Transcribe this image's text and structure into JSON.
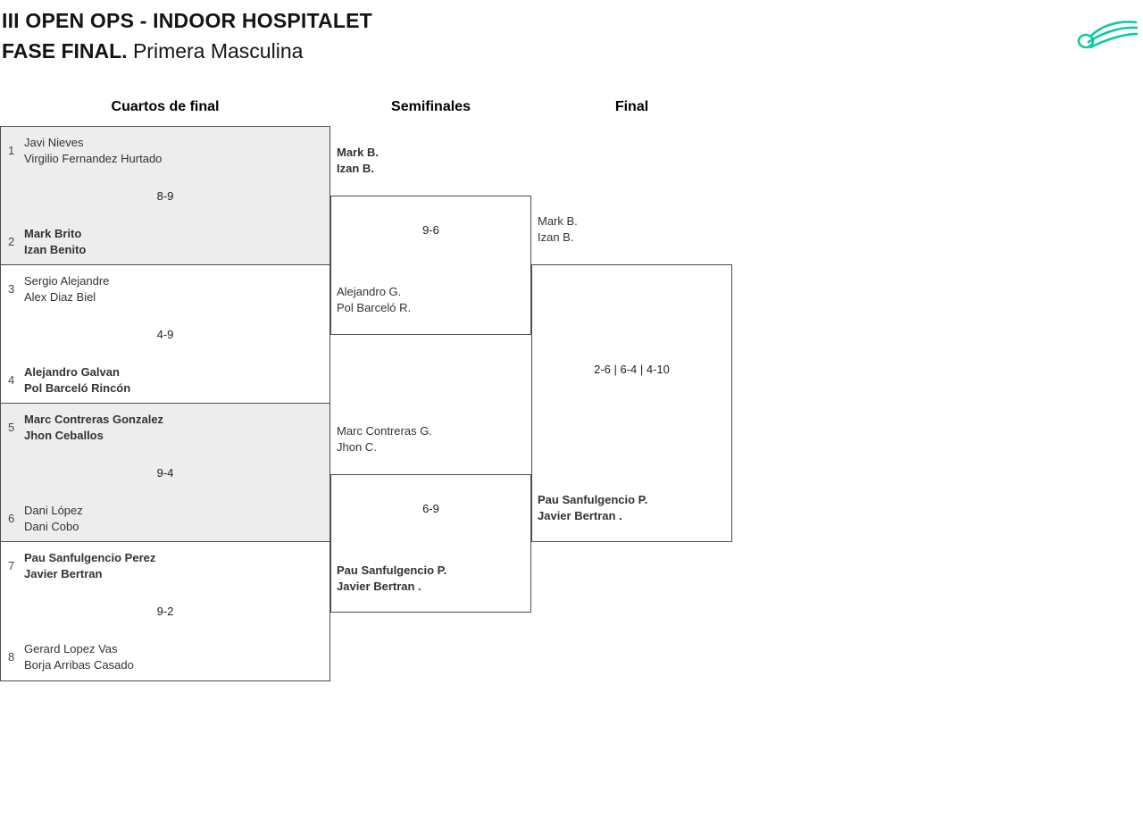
{
  "header": {
    "title_line1": "III OPEN OPS - INDOOR HOSPITALET",
    "title_line2_strong": "FASE FINAL.",
    "title_line2_normal": " Primera Masculina",
    "logo_color": "#0bc9a2"
  },
  "round_headers": {
    "quarterfinals": "Cuartos de final",
    "semifinals": "Semifinales",
    "final": "Final"
  },
  "quarterfinals": [
    {
      "seed_top": "1",
      "top_player1": "Javi Nieves",
      "top_player2": "Virgilio Fernandez Hurtado",
      "score": "8-9",
      "seed_bottom": "2",
      "bottom_player1": "Mark Brito",
      "bottom_player2": "Izan Benito",
      "winner": "bottom"
    },
    {
      "seed_top": "3",
      "top_player1": "Sergio Alejandre",
      "top_player2": "Alex Diaz Biel",
      "score": "4-9",
      "seed_bottom": "4",
      "bottom_player1": "Alejandro Galvan",
      "bottom_player2": "Pol Barceló Rincón",
      "winner": "bottom"
    },
    {
      "seed_top": "5",
      "top_player1": "Marc Contreras Gonzalez",
      "top_player2": "Jhon Ceballos",
      "score": "9-4",
      "seed_bottom": "6",
      "bottom_player1": "Dani López",
      "bottom_player2": "Dani Cobo",
      "winner": "top"
    },
    {
      "seed_top": "7",
      "top_player1": "Pau Sanfulgencio Perez",
      "top_player2": "Javier Bertran",
      "score": "9-2",
      "seed_bottom": "8",
      "bottom_player1": "Gerard Lopez Vas",
      "bottom_player2": "Borja Arribas Casado",
      "winner": "top"
    }
  ],
  "semifinals": [
    {
      "top_player1": "Mark B.",
      "top_player2": "Izan B.",
      "score": "9-6",
      "bottom_player1": "Alejandro G.",
      "bottom_player2": "Pol Barceló R.",
      "winner": "top"
    },
    {
      "top_player1": "Marc Contreras G.",
      "top_player2": "Jhon C.",
      "score": "6-9",
      "bottom_player1": "Pau Sanfulgencio P.",
      "bottom_player2": "Javier Bertran .",
      "winner": "bottom"
    }
  ],
  "final": {
    "top_player1": "Mark B.",
    "top_player2": "Izan B.",
    "score": "2-6 | 6-4 | 4-10",
    "bottom_player1": "Pau Sanfulgencio P.",
    "bottom_player2": "Javier Bertran .",
    "winner": "bottom"
  }
}
